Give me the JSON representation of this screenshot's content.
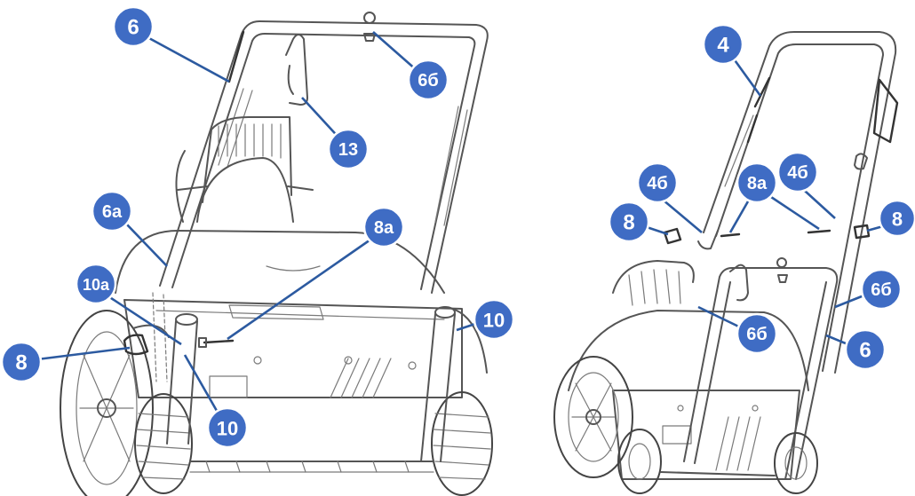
{
  "colors": {
    "badge_fill": "#3f6cc4",
    "badge_stroke": "#ffffff",
    "leader": "#2c5aa0",
    "line_art": "#555555",
    "background": "#ffffff"
  },
  "left_view": {
    "callouts": [
      {
        "id": "6",
        "label": "6"
      },
      {
        "id": "6b",
        "label": "6б"
      },
      {
        "id": "13",
        "label": "13"
      },
      {
        "id": "6a",
        "label": "6а"
      },
      {
        "id": "8a",
        "label": "8а"
      },
      {
        "id": "10a",
        "label": "10а"
      },
      {
        "id": "10r",
        "label": "10"
      },
      {
        "id": "8",
        "label": "8"
      },
      {
        "id": "10c",
        "label": "10"
      }
    ]
  },
  "right_view": {
    "callouts": [
      {
        "id": "4",
        "label": "4"
      },
      {
        "id": "4b1",
        "label": "4б"
      },
      {
        "id": "8a",
        "label": "8а"
      },
      {
        "id": "4b2",
        "label": "4б"
      },
      {
        "id": "8l",
        "label": "8"
      },
      {
        "id": "8r",
        "label": "8"
      },
      {
        "id": "6b1",
        "label": "6б"
      },
      {
        "id": "6b2",
        "label": "6б"
      },
      {
        "id": "6",
        "label": "6"
      }
    ]
  }
}
